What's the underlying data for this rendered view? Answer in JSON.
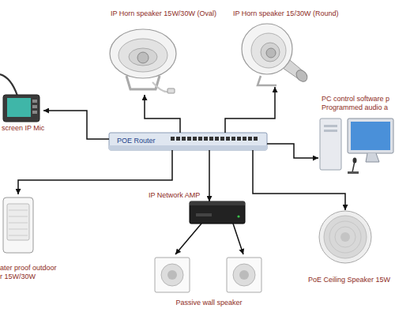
{
  "diagram": {
    "nodes": [
      {
        "text": [
          "IP Horn speaker 15W/30W (Oval)"
        ]
      },
      {
        "text": [
          "IP Horn speaker 15/30W (Round)"
        ]
      },
      {
        "text": [
          "screen IP Mic"
        ]
      },
      {
        "text": [
          "POE Router"
        ]
      },
      {
        "text": [
          "PC control software p Programmed audio a"
        ]
      },
      {
        "text": [
          "ater proof outdoor r 15W/30W"
        ]
      },
      {
        "text": [
          "IP Network AMP"
        ]
      },
      {
        "text": [
          "Passive wall speaker"
        ]
      },
      {
        "text": [
          "PoE Ceiling Speaker 15W"
        ]
      }
    ],
    "edges": [
      {
        "from": 3,
        "to": 0,
        "arrow": "to"
      },
      {
        "from": 3,
        "to": 1,
        "arrow": "to"
      },
      {
        "from": 3,
        "to": 2,
        "arrow": "to"
      },
      {
        "from": 3,
        "to": 4,
        "arrow": "to"
      },
      {
        "from": 3,
        "to": 5,
        "arrow": "to"
      },
      {
        "from": 3,
        "to": 6,
        "arrow": "to"
      },
      {
        "from": 3,
        "to": 8,
        "arrow": "to"
      },
      {
        "from": 6,
        "to": 7,
        "arrow": "to"
      },
      {
        "from": 6,
        "to": 7,
        "arrow": "to"
      }
    ]
  }
}
